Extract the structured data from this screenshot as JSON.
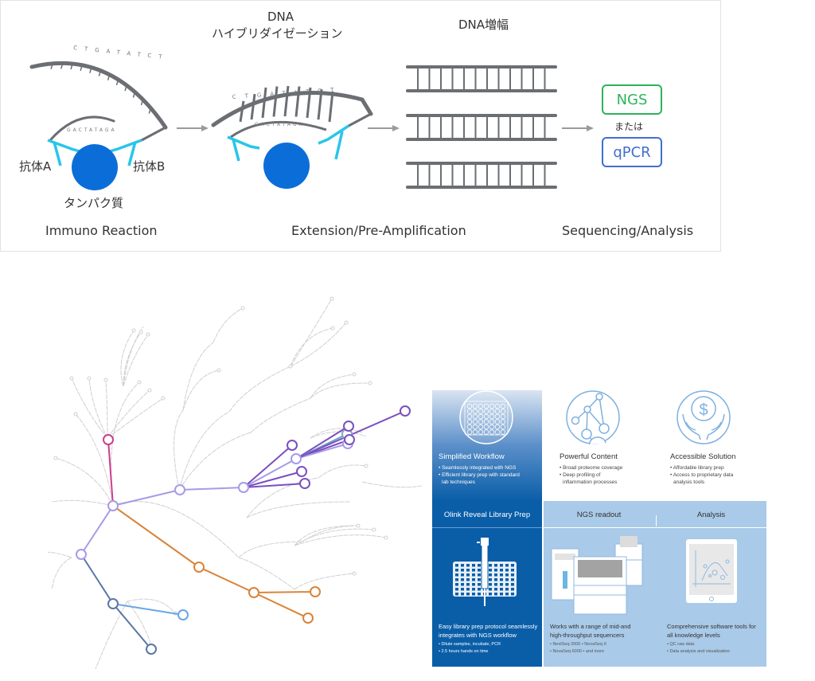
{
  "top_diagram": {
    "stages": [
      "Immuno Reaction",
      "Extension/Pre-Amplification",
      "Sequencing/Analysis"
    ],
    "labels": {
      "antibody_a": "抗体A",
      "antibody_b": "抗体B",
      "protein": "タンパク質",
      "hybridization_line1": "DNA",
      "hybridization_line2": "ハイブリダイゼーション",
      "amplification": "DNA増幅",
      "or": "または"
    },
    "outputs": [
      {
        "label": "NGS",
        "color": "#2db35a"
      },
      {
        "label": "qPCR",
        "color": "#3f6fd0"
      }
    ],
    "sequence_top": "CTGATATCT",
    "sequence_bottom": "GACTATAGA",
    "colors": {
      "strand": "#6b6e73",
      "antibody": "#29c6e8",
      "protein": "#0b6ed8",
      "arrow": "#9a9a9a"
    }
  },
  "tree": {
    "branch_colors": {
      "magenta": "#cc3f8e",
      "lavender": "#a79be6",
      "purple": "#7b4fc0",
      "orange": "#d9843a",
      "steel_blue": "#5a77a8",
      "sky_blue": "#6aa6e6",
      "gray": "#cfcfcf"
    }
  },
  "banner": {
    "features": [
      {
        "title": "Simplified Workflow",
        "bullets": [
          "• Seamlessly integrated with NGS",
          "• Efficient library prep with standard",
          "  lab techniques"
        ]
      },
      {
        "title": "Powerful Content",
        "bullets": [
          "• Broad proteome coverage",
          "• Deep profiling of",
          "  inflammation processes"
        ]
      },
      {
        "title": "Accessible Solution",
        "bullets": [
          "• Affordable library prep",
          "• Access to proprietary data",
          "  analysis tools"
        ]
      }
    ],
    "steps": [
      {
        "title": "Olink Reveal Library Prep",
        "desc": [
          "Easy library prep protocol seamlessly",
          "integrates with NGS workflow"
        ],
        "bullets": [
          "• Dilute samples, incubate, PCR",
          "• 2.5 hours hands on time"
        ]
      },
      {
        "title": "NGS readout",
        "desc": [
          "Works with a range of mid-and",
          "high-throughput sequencers"
        ],
        "bullets": [
          "• NextSeq 2000 • NovaSeq X",
          "• NovaSeq 6000 • and more"
        ]
      },
      {
        "title": "Analysis",
        "desc": [
          "Comprehensive software tools for",
          "all knowledge levels"
        ],
        "bullets": [
          "• QC raw data",
          "• Data analysis and visualization"
        ]
      }
    ],
    "colors": {
      "dark_blue": "#0a5ea8",
      "light_blue": "#a9cae8",
      "icon_stroke": "#7fb1e0"
    }
  }
}
